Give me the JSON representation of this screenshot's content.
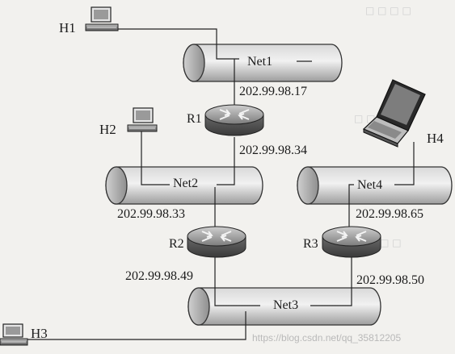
{
  "hosts": {
    "h1": "H1",
    "h2": "H2",
    "h3": "H3",
    "h4": "H4"
  },
  "networks": {
    "net1": "Net1",
    "net2": "Net2",
    "net3": "Net3",
    "net4": "Net4"
  },
  "routers": {
    "r1": "R1",
    "r2": "R2",
    "r3": "R3"
  },
  "addresses": {
    "r1_net1": "202.99.98.17",
    "r1_net2": "202.99.98.34",
    "r2_net2": "202.99.98.33",
    "r2_net3": "202.99.98.49",
    "r3_net4": "202.99.98.65",
    "r3_net3": "202.99.98.50"
  },
  "watermark": "https://blog.csdn.net/qq_35812205"
}
